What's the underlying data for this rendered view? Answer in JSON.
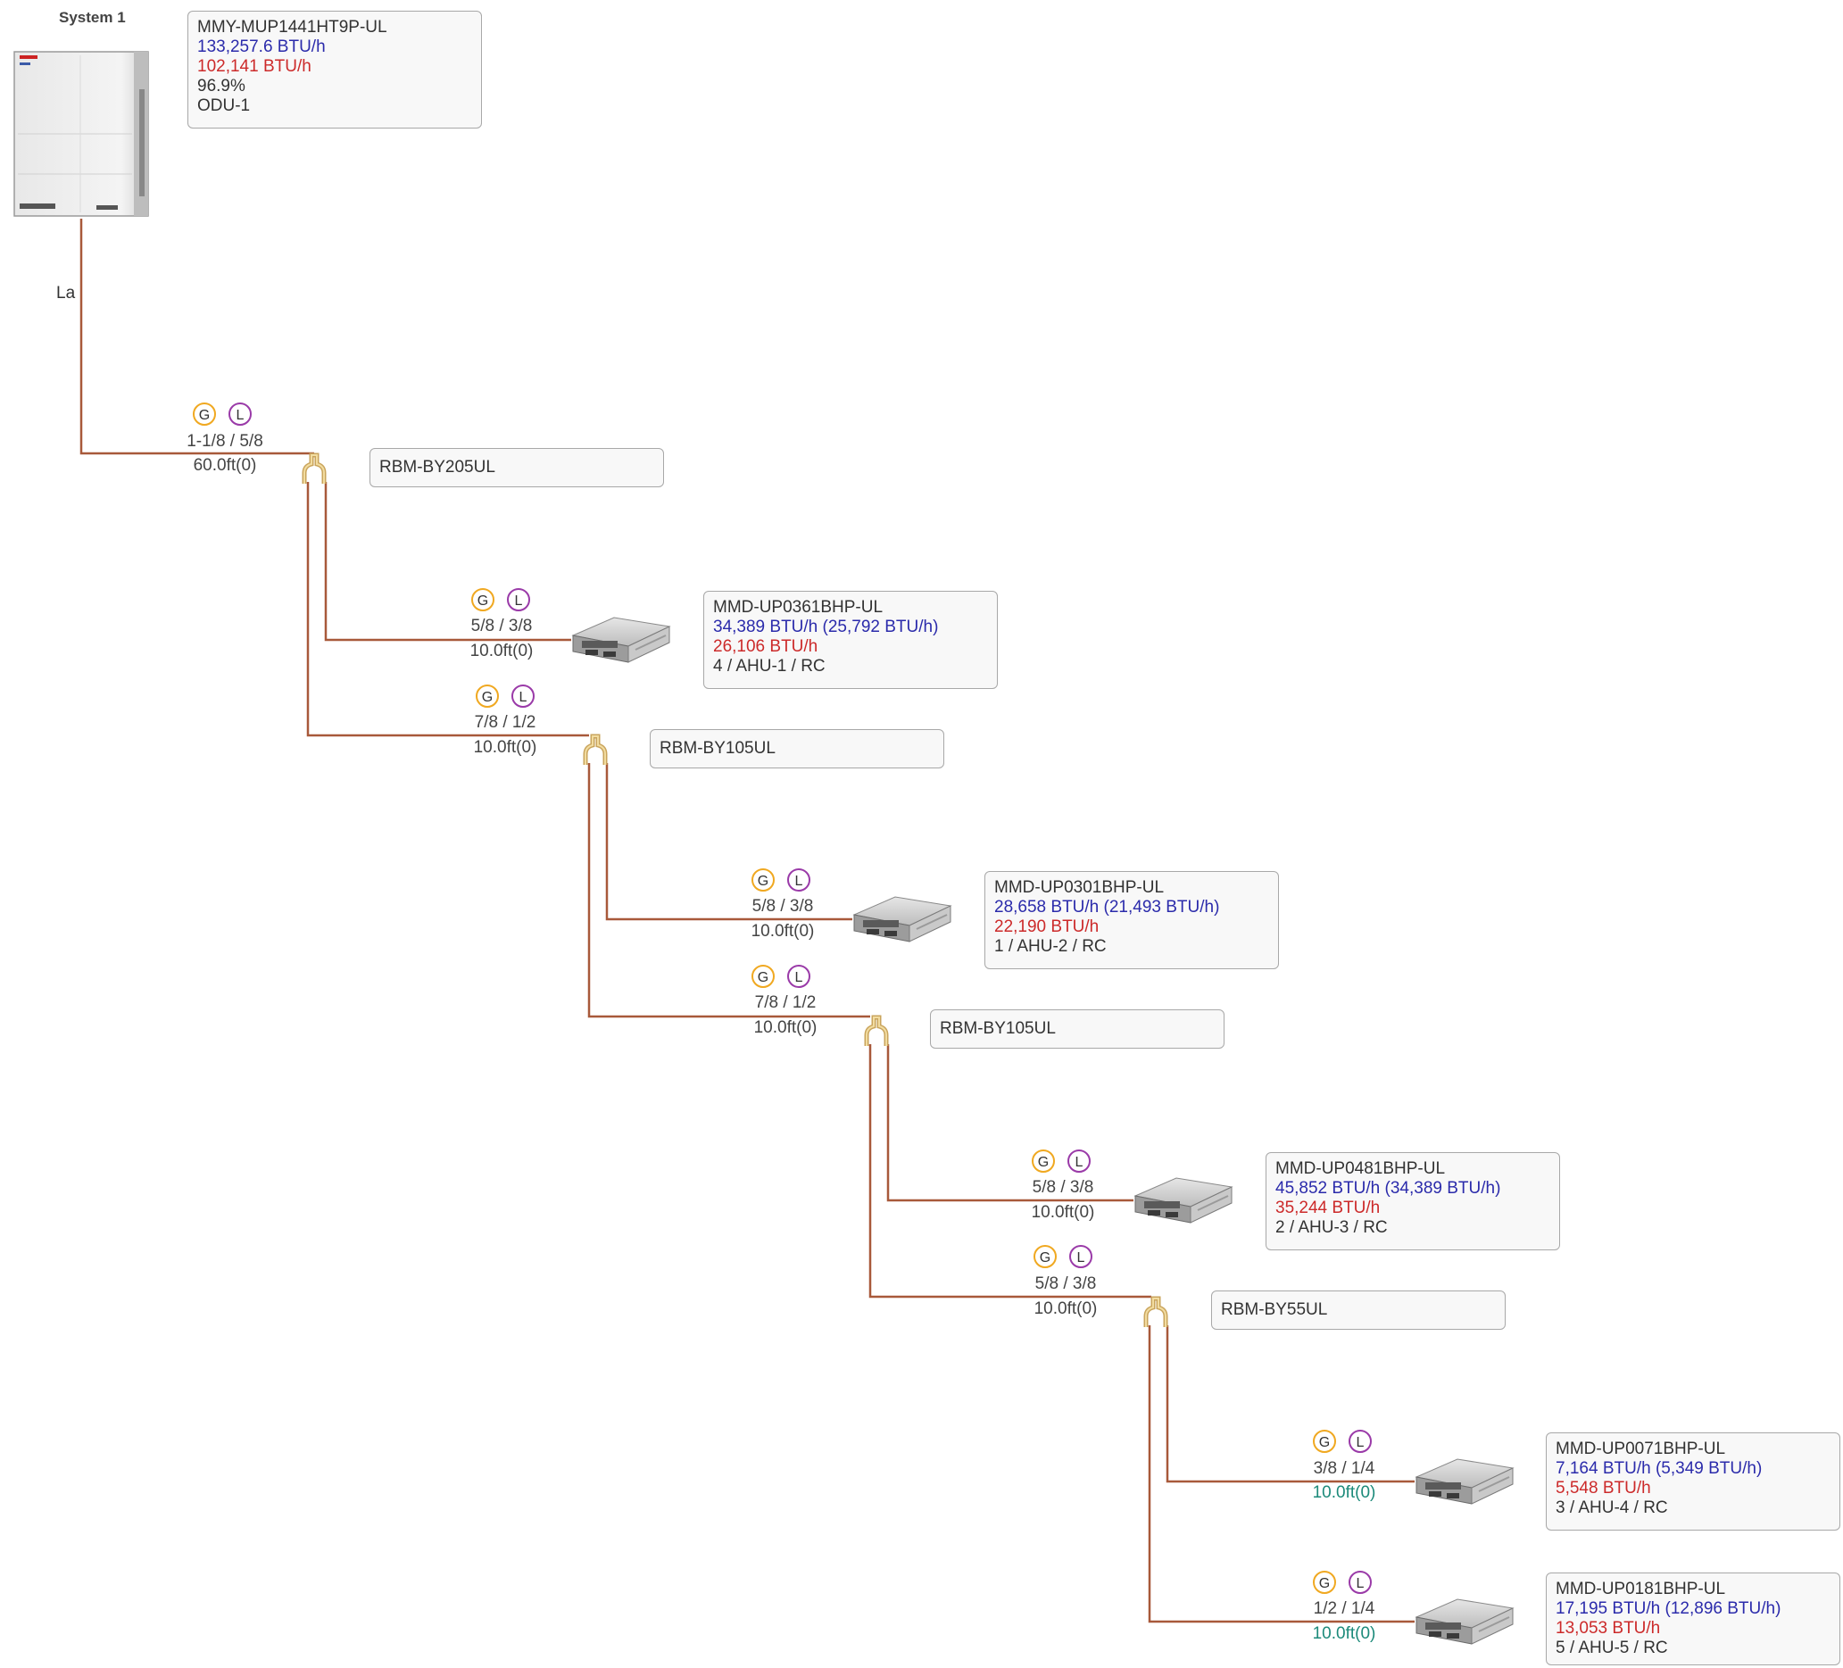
{
  "system": {
    "title": "System 1"
  },
  "odu": {
    "model": "MMY-MUP1441HT9P-UL",
    "cooling": "133,257.6 BTU/h",
    "heating": "102,141 BTU/h",
    "ratio": "96.9%",
    "name": "ODU-1"
  },
  "main_line_label": "La",
  "pipe_badges": {
    "gas": "G",
    "liquid": "L"
  },
  "pipes": [
    {
      "size": "1-1/8 / 5/8",
      "length": "60.0ft(0)"
    },
    {
      "size": "5/8 / 3/8",
      "length": "10.0ft(0)"
    },
    {
      "size": "7/8 / 1/2",
      "length": "10.0ft(0)"
    },
    {
      "size": "5/8 / 3/8",
      "length": "10.0ft(0)"
    },
    {
      "size": "7/8 / 1/2",
      "length": "10.0ft(0)"
    },
    {
      "size": "5/8 / 3/8",
      "length": "10.0ft(0)"
    },
    {
      "size": "5/8 / 3/8",
      "length": "10.0ft(0)"
    },
    {
      "size": "3/8 / 1/4",
      "length": "10.0ft(0)"
    },
    {
      "size": "1/2 / 1/4",
      "length": "10.0ft(0)"
    }
  ],
  "joints": [
    {
      "model": "RBM-BY205UL"
    },
    {
      "model": "RBM-BY105UL"
    },
    {
      "model": "RBM-BY105UL"
    },
    {
      "model": "RBM-BY55UL"
    }
  ],
  "indoor_units": [
    {
      "model": "MMD-UP0361BHP-UL",
      "cooling": "34,389 BTU/h (25,792 BTU/h)",
      "heating": "26,106 BTU/h",
      "info": "4 / AHU-1 / RC"
    },
    {
      "model": "MMD-UP0301BHP-UL",
      "cooling": "28,658 BTU/h (21,493 BTU/h)",
      "heating": "22,190 BTU/h",
      "info": "1 / AHU-2 / RC"
    },
    {
      "model": "MMD-UP0481BHP-UL",
      "cooling": "45,852 BTU/h (34,389 BTU/h)",
      "heating": "35,244 BTU/h",
      "info": "2 / AHU-3 / RC"
    },
    {
      "model": "MMD-UP0071BHP-UL",
      "cooling": "7,164 BTU/h (5,349 BTU/h)",
      "heating": "5,548 BTU/h",
      "info": "3 / AHU-4 / RC"
    },
    {
      "model": "MMD-UP0181BHP-UL",
      "cooling": "17,195 BTU/h (12,896 BTU/h)",
      "heating": "13,053 BTU/h",
      "info": "5 / AHU-5 / RC"
    }
  ],
  "colors": {
    "pipe": "#a8593a",
    "cooling_text": "#2b2bab",
    "heating_text": "#cc2a2a",
    "length_teal": "#1c8a7a",
    "gas_badge": "#f0a820",
    "liquid_badge": "#9a3aa8"
  }
}
